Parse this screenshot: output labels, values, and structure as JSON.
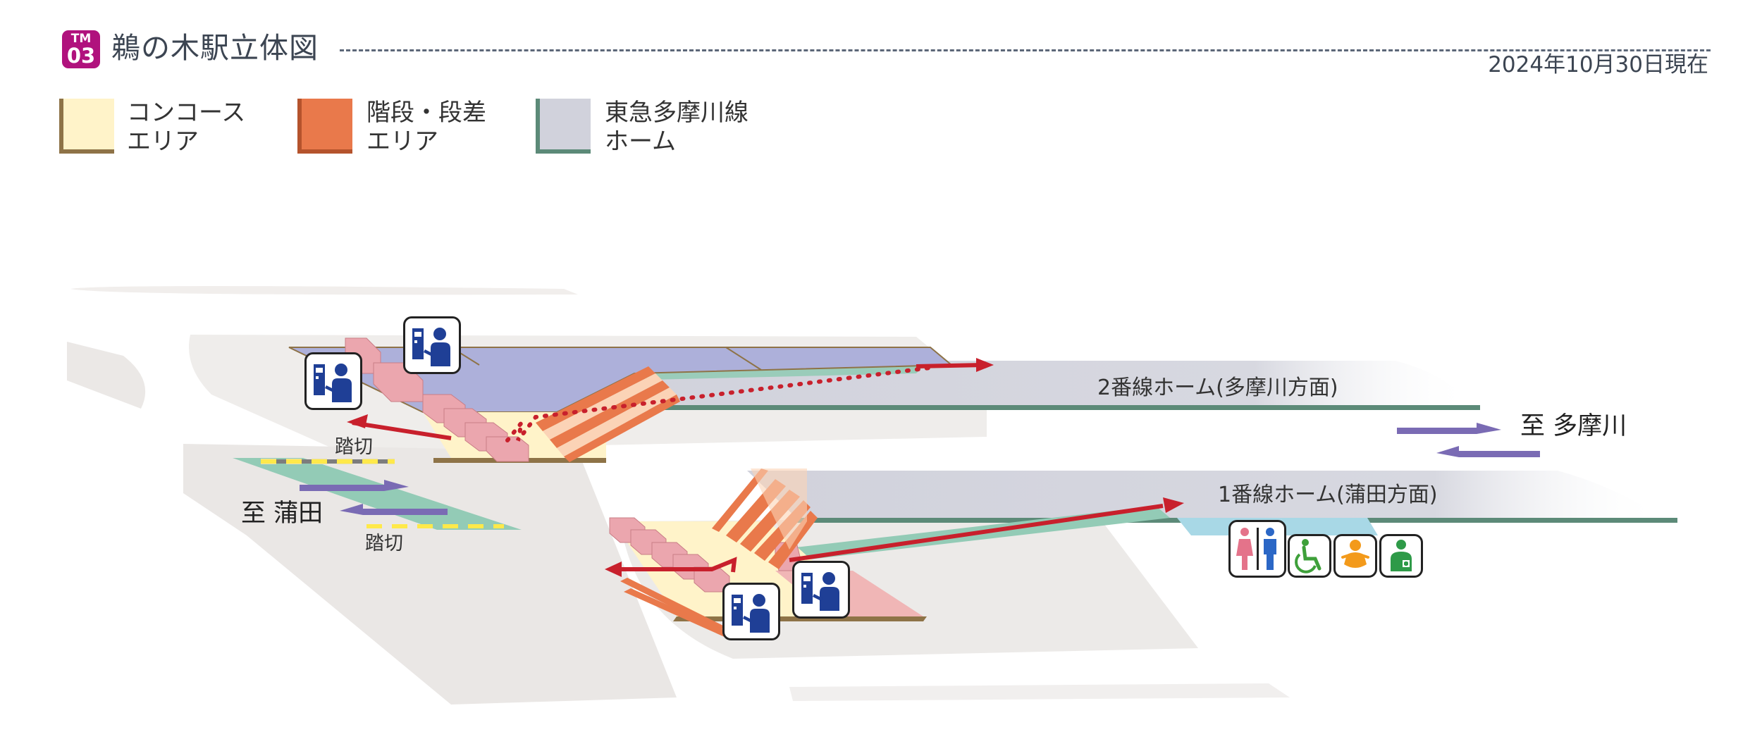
{
  "header": {
    "line_code_top": "TM",
    "line_code_num": "03",
    "title": "鵜の木駅立体図",
    "as_of": "2024年10月30日現在"
  },
  "legend": [
    {
      "line1": "コンコース",
      "line2": "エリア",
      "color": "#fff3c9",
      "edge": "#8e7347"
    },
    {
      "line1": "階段・段差",
      "line2": "エリア",
      "color": "#e9794b",
      "edge": "#b5532c"
    },
    {
      "line1": "東急多摩川線",
      "line2": "ホーム",
      "color": "#d1d2dc",
      "edge": "#5c8a78"
    }
  ],
  "platforms": {
    "platform2": "2番線ホーム(多摩川方面)",
    "platform1": "1番線ホーム(蒲田方面)"
  },
  "destinations": {
    "tamagawa": "至 多摩川",
    "kamata": "至 蒲田"
  },
  "crossings": {
    "upper": "踏切",
    "lower": "踏切"
  },
  "icons": {
    "ticket_gate": "ticket-gate-icon",
    "restroom": "restroom-icon",
    "wheelchair": "wheelchair-accessible-icon",
    "baby": "baby-care-icon",
    "ostomate": "ostomate-icon"
  },
  "colors": {
    "brand": "#b0127d",
    "concourse": "#fff3c9",
    "stairs": "#e9794b",
    "platform": "#d1d2dc",
    "upper_concourse": "#adb0da",
    "route": "#c8202c",
    "track": "#93cbb6",
    "train_arrow": "#7a6bb4",
    "ticket_icon": "#1f3f96"
  }
}
